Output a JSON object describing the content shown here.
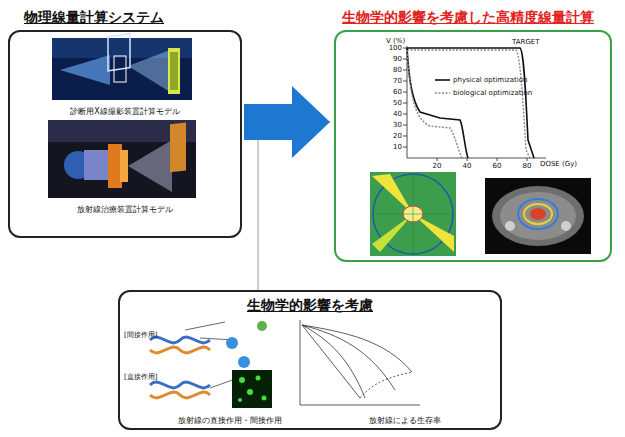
{
  "diagram": {
    "nodes": [
      {
        "text": [
          "物理線量計算システム",
          "診断用X線撮影装置計算モデル",
          "放射線治療装置計算モデル"
        ]
      },
      {
        "text": [
          "生物学的影響を考慮した高精度線量計算"
        ]
      },
      {
        "text": [
          "生物学的影響を考慮",
          "放射線の直接作用・間接作用",
          "放射線による生存率"
        ]
      }
    ],
    "edges": [
      {
        "from": 0,
        "to": 1,
        "arrow": "to"
      },
      {
        "from": 2,
        "to": 1,
        "arrow": "to"
      }
    ],
    "labels": [
      "V (%)",
      "TARGET",
      "DOSE (Gy)",
      "100",
      "90",
      "80",
      "70",
      "60",
      "50",
      "40",
      "30",
      "20",
      "10",
      "20",
      "40",
      "60",
      "80",
      "[間接作用]",
      "[直接作用]"
    ],
    "legend": [
      {
        "text": "physical optimization"
      },
      {
        "text": "biological optimization"
      }
    ]
  }
}
